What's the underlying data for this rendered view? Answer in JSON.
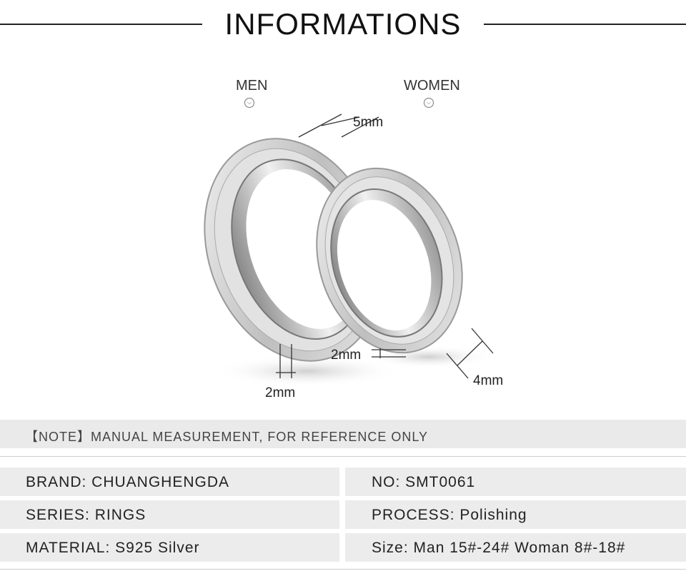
{
  "header": {
    "title": "INFORMATIONS"
  },
  "labels": {
    "men": "MEN",
    "women": "WOMEN"
  },
  "dimensions": {
    "top_width": "5mm",
    "women_inner": "2mm",
    "women_width": "4mm",
    "men_thickness": "2mm"
  },
  "note": "【NOTE】MANUAL MEASUREMENT, FOR REFERENCE ONLY",
  "specs": {
    "brand": "BRAND: CHUANGHENGDA",
    "series": "SERIES: RINGS",
    "material": "MATERIAL: S925 Silver",
    "no": "NO: SMT0061",
    "process": "PROCESS: Polishing",
    "size": "Size: Man 15#-24# Woman 8#-18#"
  },
  "colors": {
    "text": "#222222",
    "row_bg": "#ececec",
    "silver": "#c8c8c8"
  }
}
